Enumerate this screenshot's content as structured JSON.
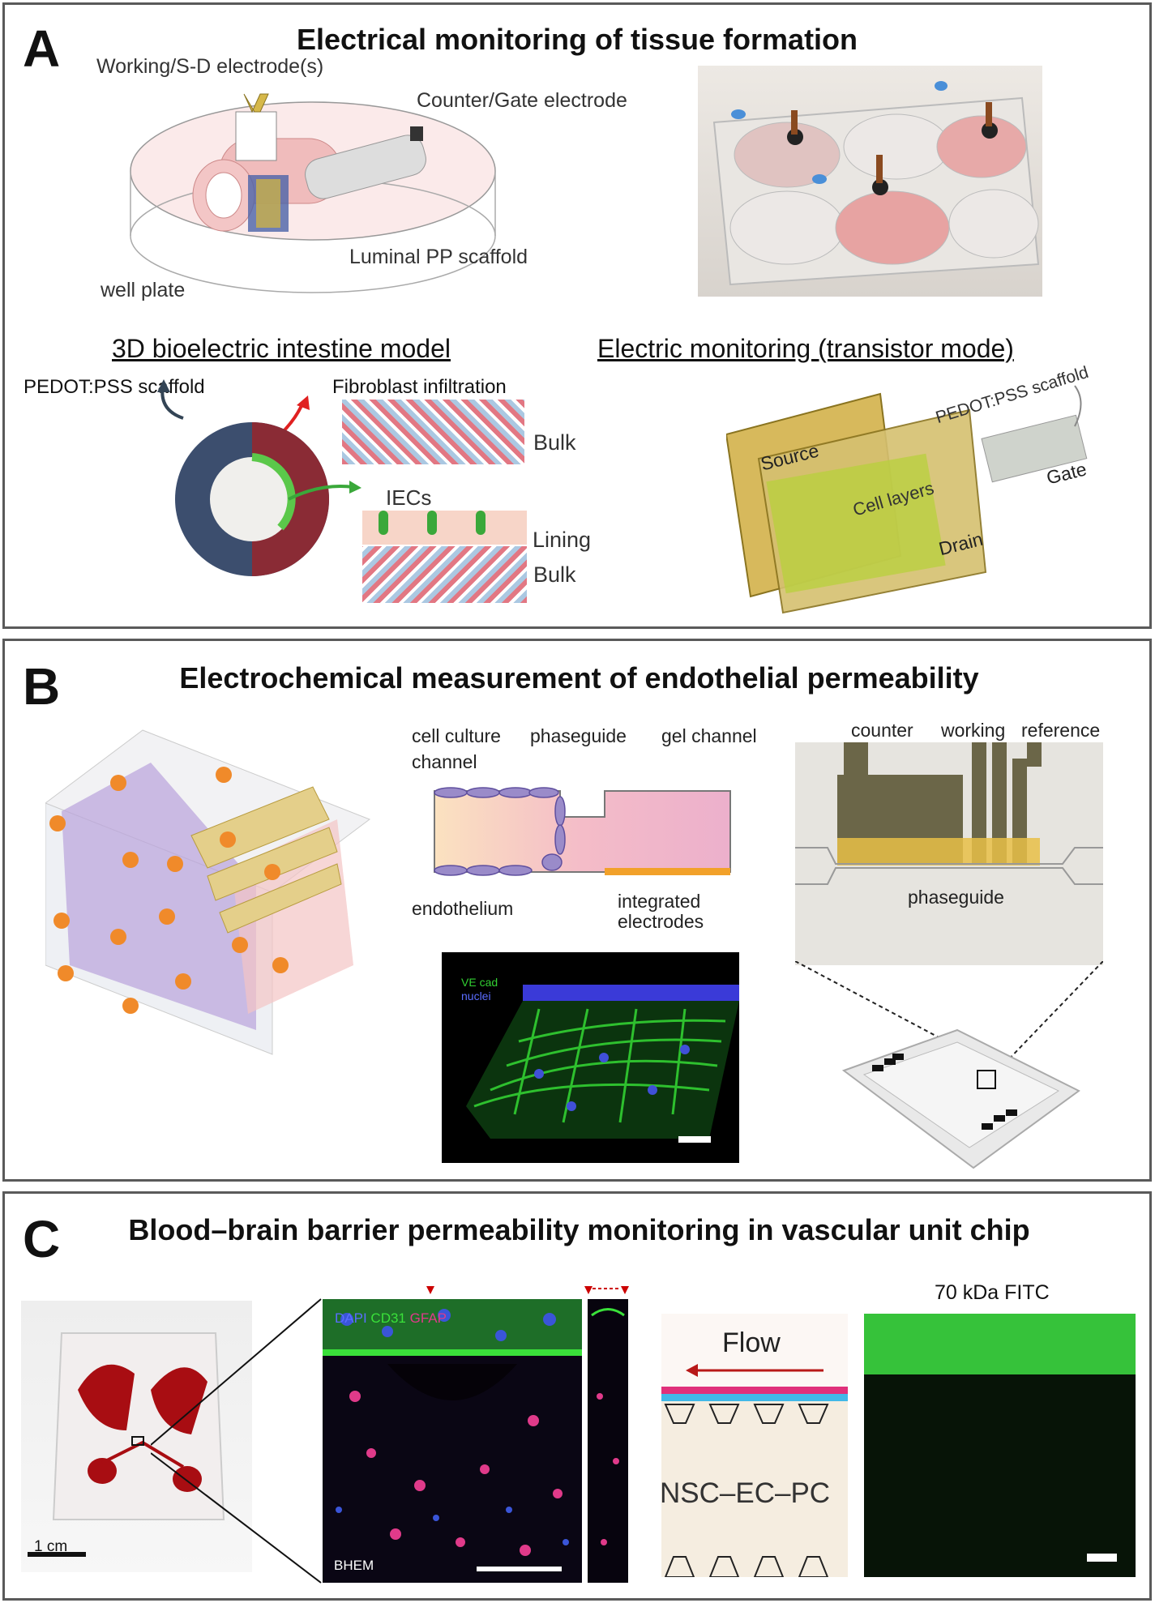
{
  "panelA": {
    "letter": "A",
    "title": "Electrical monitoring of tissue formation",
    "labels": {
      "working": "Working/S-D electrode(s)",
      "counter": "Counter/Gate electrode",
      "luminal": "Luminal PP scaffold",
      "well": "well plate"
    },
    "intestine": {
      "heading": "3D bioelectric intestine model",
      "pedot": "PEDOT:PSS scaffold",
      "fibro": "Fibroblast infiltration",
      "bulk1": "Bulk",
      "iecs": "IECs",
      "lining": "Lining",
      "bulk2": "Bulk"
    },
    "transistor": {
      "heading": "Electric monitoring (transistor mode)",
      "source": "Source",
      "cells": "Cell layers",
      "drain": "Drain",
      "pedot": "PEDOT:PSS scaffold",
      "gate": "Gate"
    }
  },
  "panelB": {
    "letter": "B",
    "title": "Electrochemical measurement of endothelial permeability",
    "schematic": {
      "cell_culture": "cell culture",
      "channel": "channel",
      "phaseguide": "phaseguide",
      "gel_channel": "gel channel",
      "endothelium": "endothelium",
      "integrated": "integrated",
      "electrodes": "electrodes"
    },
    "micro": {
      "vecad": "VE cad",
      "nuclei": "nuclei"
    },
    "chip": {
      "counter": "counter",
      "working": "working",
      "reference": "reference",
      "phaseguide": "phaseguide"
    }
  },
  "panelC": {
    "letter": "C",
    "title": "Blood–brain barrier permeability monitoring in vascular unit chip",
    "scale": "1 cm",
    "stain": {
      "dapi": "DAPI",
      "cd31": "CD31",
      "gfap": "GFAP",
      "bhem": "BHEM"
    },
    "flow": "Flow",
    "nsc": "NSC–EC–PC",
    "fitc": "70 kDa FITC"
  },
  "colors": {
    "border": "#5a5a5a",
    "pink_tissue": "#e8a6a6",
    "gold": "#d6b84a",
    "green_stain": "#2fd02f",
    "magenta_stain": "#e0308a"
  }
}
